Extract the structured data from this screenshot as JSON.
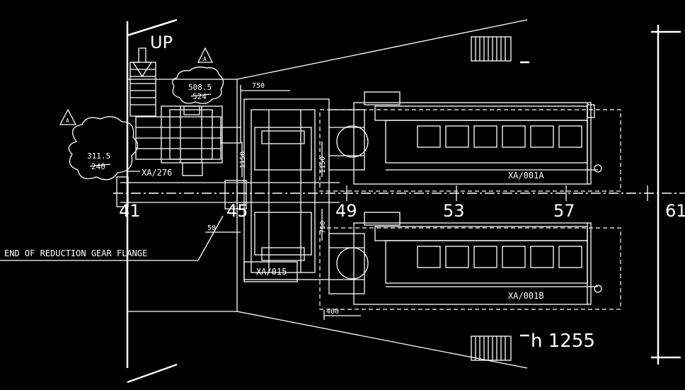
{
  "labels": {
    "up": "UP",
    "flange_note": "END OF REDUCTION GEAR FLANGE",
    "xa_276": "XA/276",
    "xa_015": "XA/015",
    "xa_001a": "XA/001A",
    "xa_001b": "XA/001B",
    "h_1255": "h 1255"
  },
  "frames": [
    "41",
    "45",
    "49",
    "53",
    "57",
    "61"
  ],
  "dimensions": {
    "d750_top": "750",
    "d1150_a": "1150",
    "d1150_b": "1150",
    "d750_b": "750",
    "d50": "50",
    "d400": "400"
  },
  "revision_clouds": [
    {
      "value_new": "311.5",
      "value_old": "240"
    },
    {
      "value_new": "508.5",
      "value_old": "524"
    }
  ],
  "revision_marker": "A"
}
